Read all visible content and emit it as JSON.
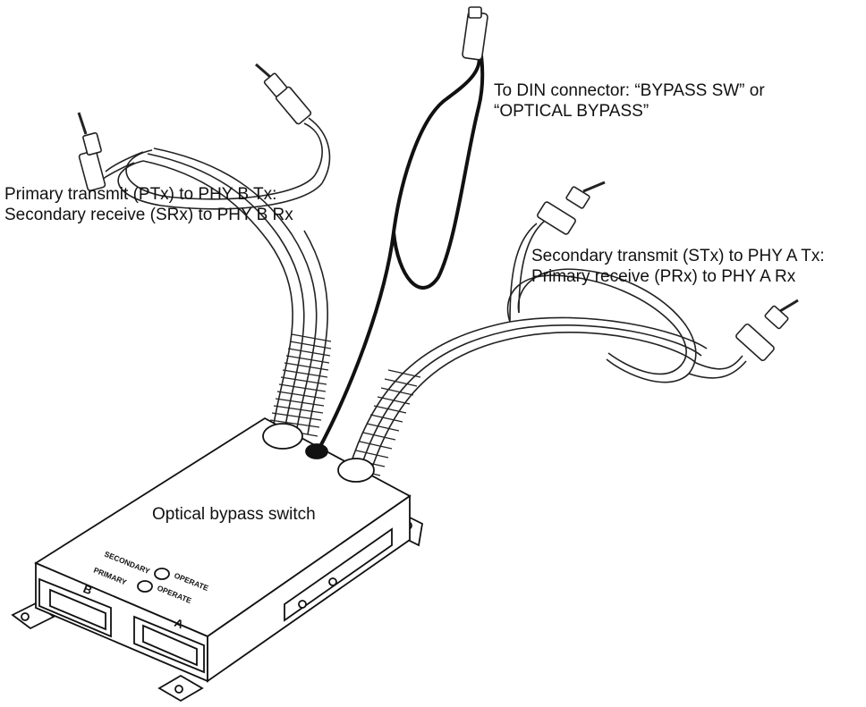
{
  "labels": {
    "din": {
      "line1": "To DIN connector: “BYPASS SW” or",
      "line2": "“OPTICAL BYPASS”"
    },
    "phy_b": {
      "line1": "Primary transmit (PTx) to PHY B Tx:",
      "line2": "Secondary receive (SRx) to PHY B Rx"
    },
    "phy_a": {
      "line1": "Secondary transmit (STx) to PHY A Tx:",
      "line2": "Primary receive (PRx) to PHY A Rx"
    },
    "device": "Optical bypass switch"
  },
  "panel": {
    "secondary": "SECONDARY",
    "primary": "PRIMARY",
    "operate_1": "OPERATE",
    "operate_2": "OPERATE",
    "port_b": "B",
    "port_a": "A"
  }
}
